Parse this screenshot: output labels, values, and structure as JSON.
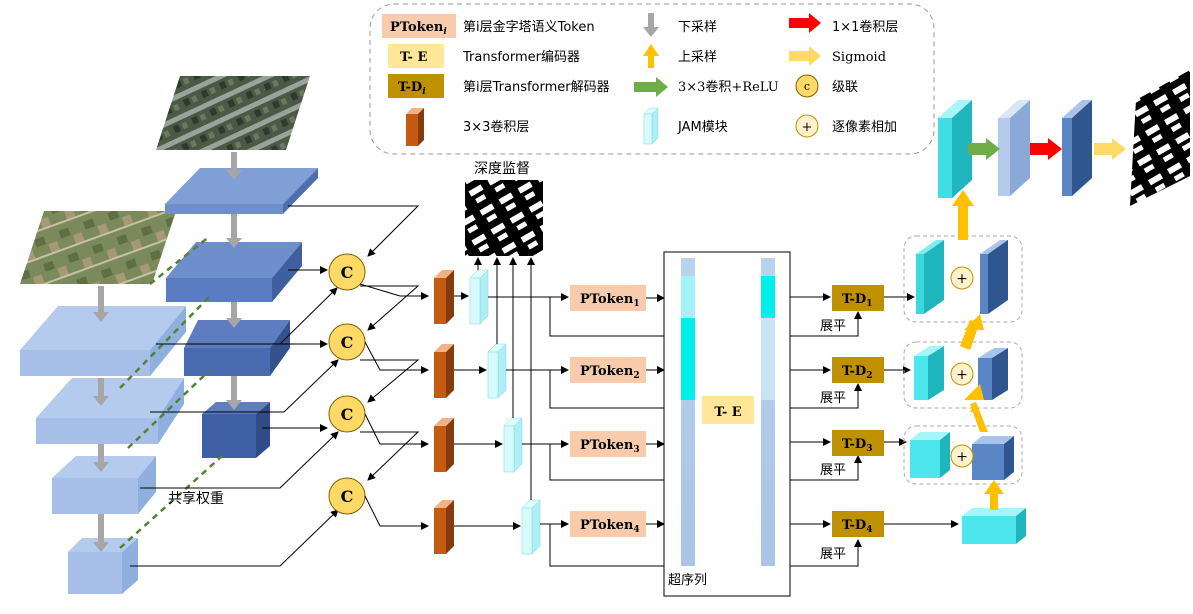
{
  "legend": {
    "ptoken_label": "PToken",
    "ptoken_sub": "i",
    "ptoken_desc": "第i层金字塔语义Token",
    "te_label": "T- E",
    "te_desc": "Transformer编码器",
    "td_label": "T-D",
    "td_sub": "i",
    "td_desc": "第i层Transformer解码器",
    "conv3_desc": "3×3卷积层",
    "down_desc": "下采样",
    "up_desc": "上采样",
    "conv3relu_desc": "3×3卷积+ReLU",
    "jam_desc": "JAM模块",
    "conv1_desc": "1×1卷积层",
    "sigmoid_desc": "Sigmoid",
    "concat_symbol": "c",
    "concat_desc": "级联",
    "add_symbol": "+",
    "add_desc": "逐像素相加"
  },
  "labels": {
    "shared_weights": "共享权重",
    "deep_supervision": "深度监督",
    "super_sequence": "超序列",
    "flatten": "展平",
    "encoder": "T- E",
    "concat": "C",
    "add": "+"
  },
  "ptokens": [
    {
      "label": "PToken",
      "sub": "1"
    },
    {
      "label": "PToken",
      "sub": "2"
    },
    {
      "label": "PToken",
      "sub": "3"
    },
    {
      "label": "PToken",
      "sub": "4"
    }
  ],
  "decoders": [
    {
      "label": "T-D",
      "sub": "1"
    },
    {
      "label": "T-D",
      "sub": "2"
    },
    {
      "label": "T-D",
      "sub": "3"
    },
    {
      "label": "T-D",
      "sub": "4"
    }
  ],
  "colors": {
    "ptoken_fill": "#f8cbad",
    "encoder_fill": "#ffe699",
    "decoder_fill": "#bf9000",
    "conv_fill": "#c55a11",
    "concat_fill": "#ffd966",
    "add_fill": "#fff2cc",
    "cyan": "#33e0e6",
    "steel": "#5a86c5",
    "pale": "#a9c4e8",
    "arrow_green": "#70ad47",
    "arrow_red": "#ff0000",
    "arrow_gold": "#ffc000"
  }
}
